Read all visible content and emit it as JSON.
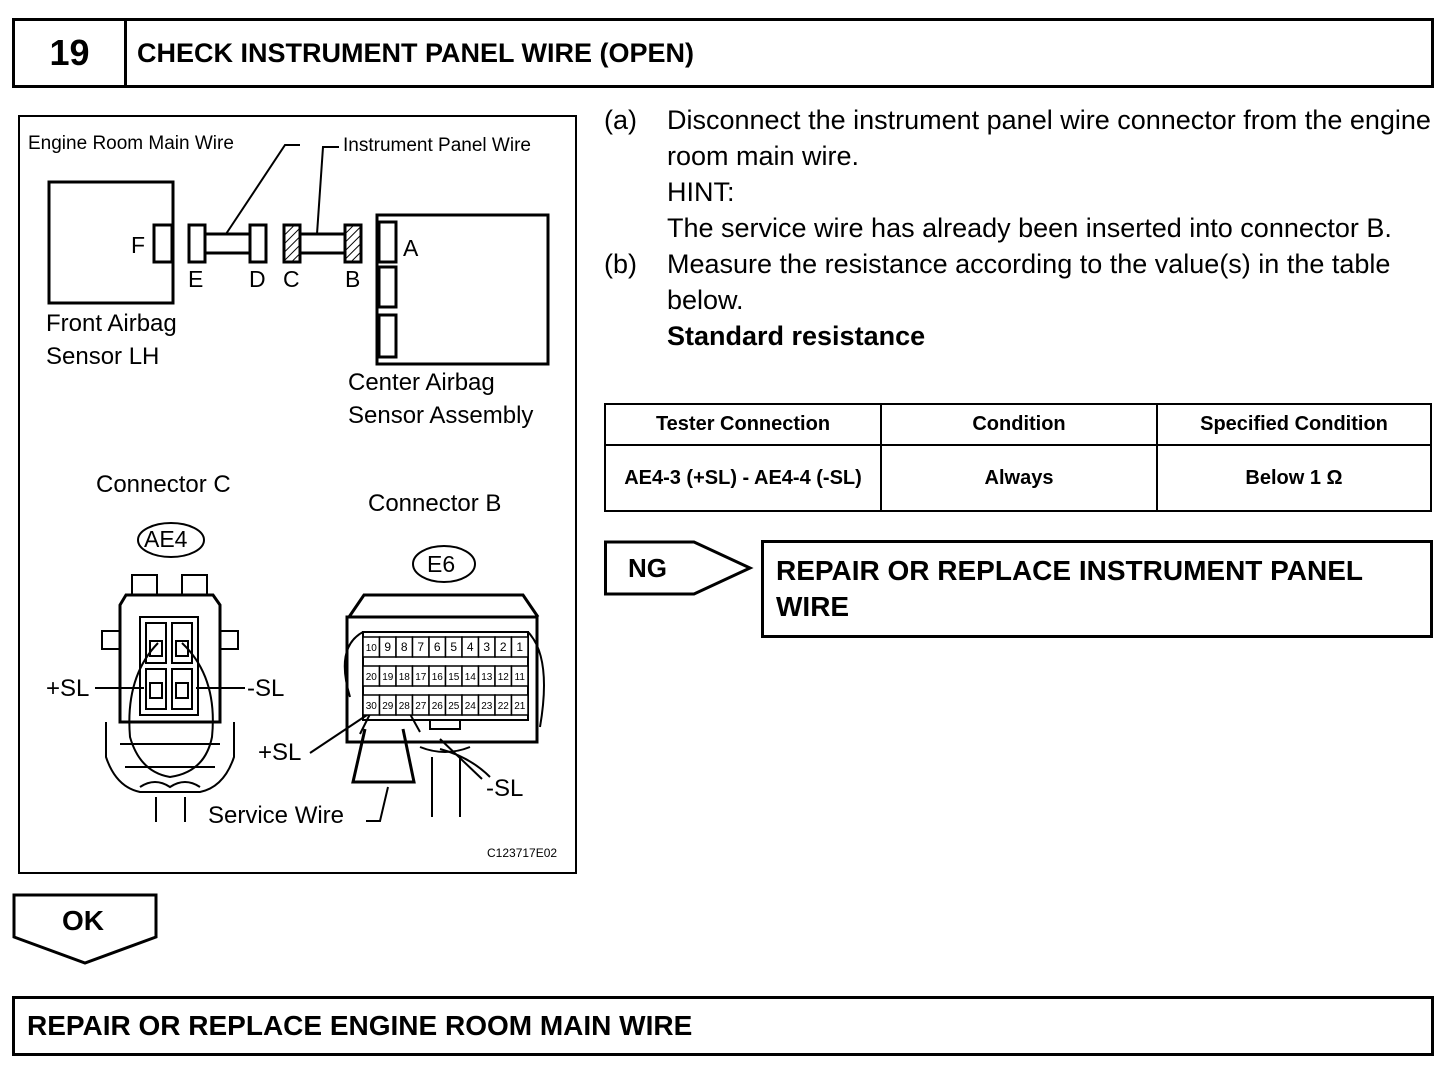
{
  "header": {
    "step_number": "19",
    "title": "CHECK INSTRUMENT PANEL WIRE (OPEN)"
  },
  "figure": {
    "engine_room_main_wire": "Engine Room Main Wire",
    "instrument_panel_wire": "Instrument Panel Wire",
    "letters": {
      "F": "F",
      "E": "E",
      "D": "D",
      "C": "C",
      "B": "B",
      "A": "A"
    },
    "front_airbag_sensor_line1": "Front Airbag",
    "front_airbag_sensor_line2": "Sensor LH",
    "center_airbag_sensor_line1": "Center Airbag",
    "center_airbag_sensor_line2": "Sensor Assembly",
    "connector_c_title": "Connector C",
    "connector_c_code": "AE4",
    "connector_b_title": "Connector B",
    "connector_b_code": "E6",
    "plus_sl": "+SL",
    "minus_sl": "-SL",
    "service_wire": "Service Wire",
    "figure_code": "C123717E02",
    "connector_b_pins": [
      [
        "10",
        "9",
        "8",
        "7",
        "6",
        "5",
        "4",
        "3",
        "2",
        "1"
      ],
      [
        "20",
        "19",
        "18",
        "17",
        "16",
        "15",
        "14",
        "13",
        "12",
        "11"
      ],
      [
        "30",
        "29",
        "28",
        "27",
        "26",
        "25",
        "24",
        "23",
        "22",
        "21"
      ]
    ]
  },
  "steps": [
    {
      "letter": "(a)",
      "lines": [
        "Disconnect the instrument panel wire connector from the engine room main wire.",
        "HINT:",
        "The service wire has already been inserted into connector B."
      ]
    },
    {
      "letter": "(b)",
      "lines": [
        "Measure the resistance according to the value(s) in the table below."
      ],
      "subheading": "Standard resistance"
    }
  ],
  "table": {
    "headers": [
      "Tester Connection",
      "Condition",
      "Specified Condition"
    ],
    "rows": [
      [
        "AE4-3 (+SL) - AE4-4 (-SL)",
        "Always",
        "Below 1 Ω"
      ]
    ]
  },
  "ng": {
    "label": "NG",
    "result": "REPAIR OR REPLACE INSTRUMENT PANEL WIRE"
  },
  "ok": {
    "label": "OK",
    "result": "REPAIR OR REPLACE ENGINE ROOM MAIN WIRE"
  }
}
